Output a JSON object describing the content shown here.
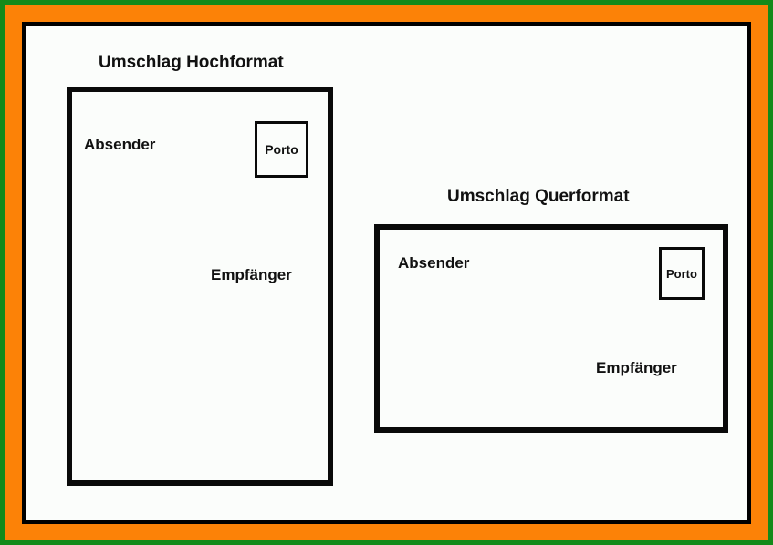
{
  "portrait": {
    "title": "Umschlag Hochformat",
    "sender": "Absender",
    "stamp": "Porto",
    "recipient": "Empfänger"
  },
  "landscape": {
    "title": "Umschlag Querformat",
    "sender": "Absender",
    "stamp": "Porto",
    "recipient": "Empfänger"
  },
  "colors": {
    "outer_border": "#138a1a",
    "middle_border": "#fc8207",
    "inner_border": "#000000",
    "background": "#fbfdfb"
  }
}
